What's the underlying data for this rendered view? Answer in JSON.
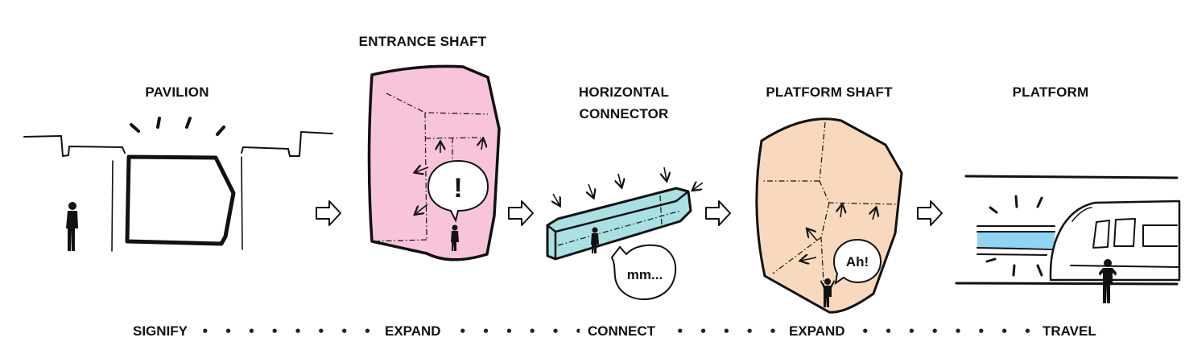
{
  "stages": [
    {
      "id": "pavilion",
      "heading": "PAVILION",
      "step": "SIGNIFY"
    },
    {
      "id": "entrance-shaft",
      "heading": "ENTRANCE SHAFT",
      "step": "EXPAND"
    },
    {
      "id": "horizontal-connector",
      "heading_line1": "HORIZONTAL",
      "heading_line2": "CONNECTOR",
      "step": "CONNECT"
    },
    {
      "id": "platform-shaft",
      "heading": "PLATFORM SHAFT",
      "step": "EXPAND"
    },
    {
      "id": "platform",
      "heading": "PLATFORM",
      "step": "TRAVEL"
    }
  ],
  "speech": {
    "entrance": "!",
    "connector": "mm...",
    "platform_shaft": "Ah!"
  },
  "colors": {
    "entrance_fill": "#f7c4dc",
    "connector_fill": "#a9e0e2",
    "platform_shaft_fill": "#f9d9bd",
    "tunnel_glow": "#8fd4f2",
    "ink": "#111111"
  },
  "icons": [
    "person-figure-icon",
    "arrow-right-icon",
    "speech-bubble-icon",
    "train-icon"
  ]
}
